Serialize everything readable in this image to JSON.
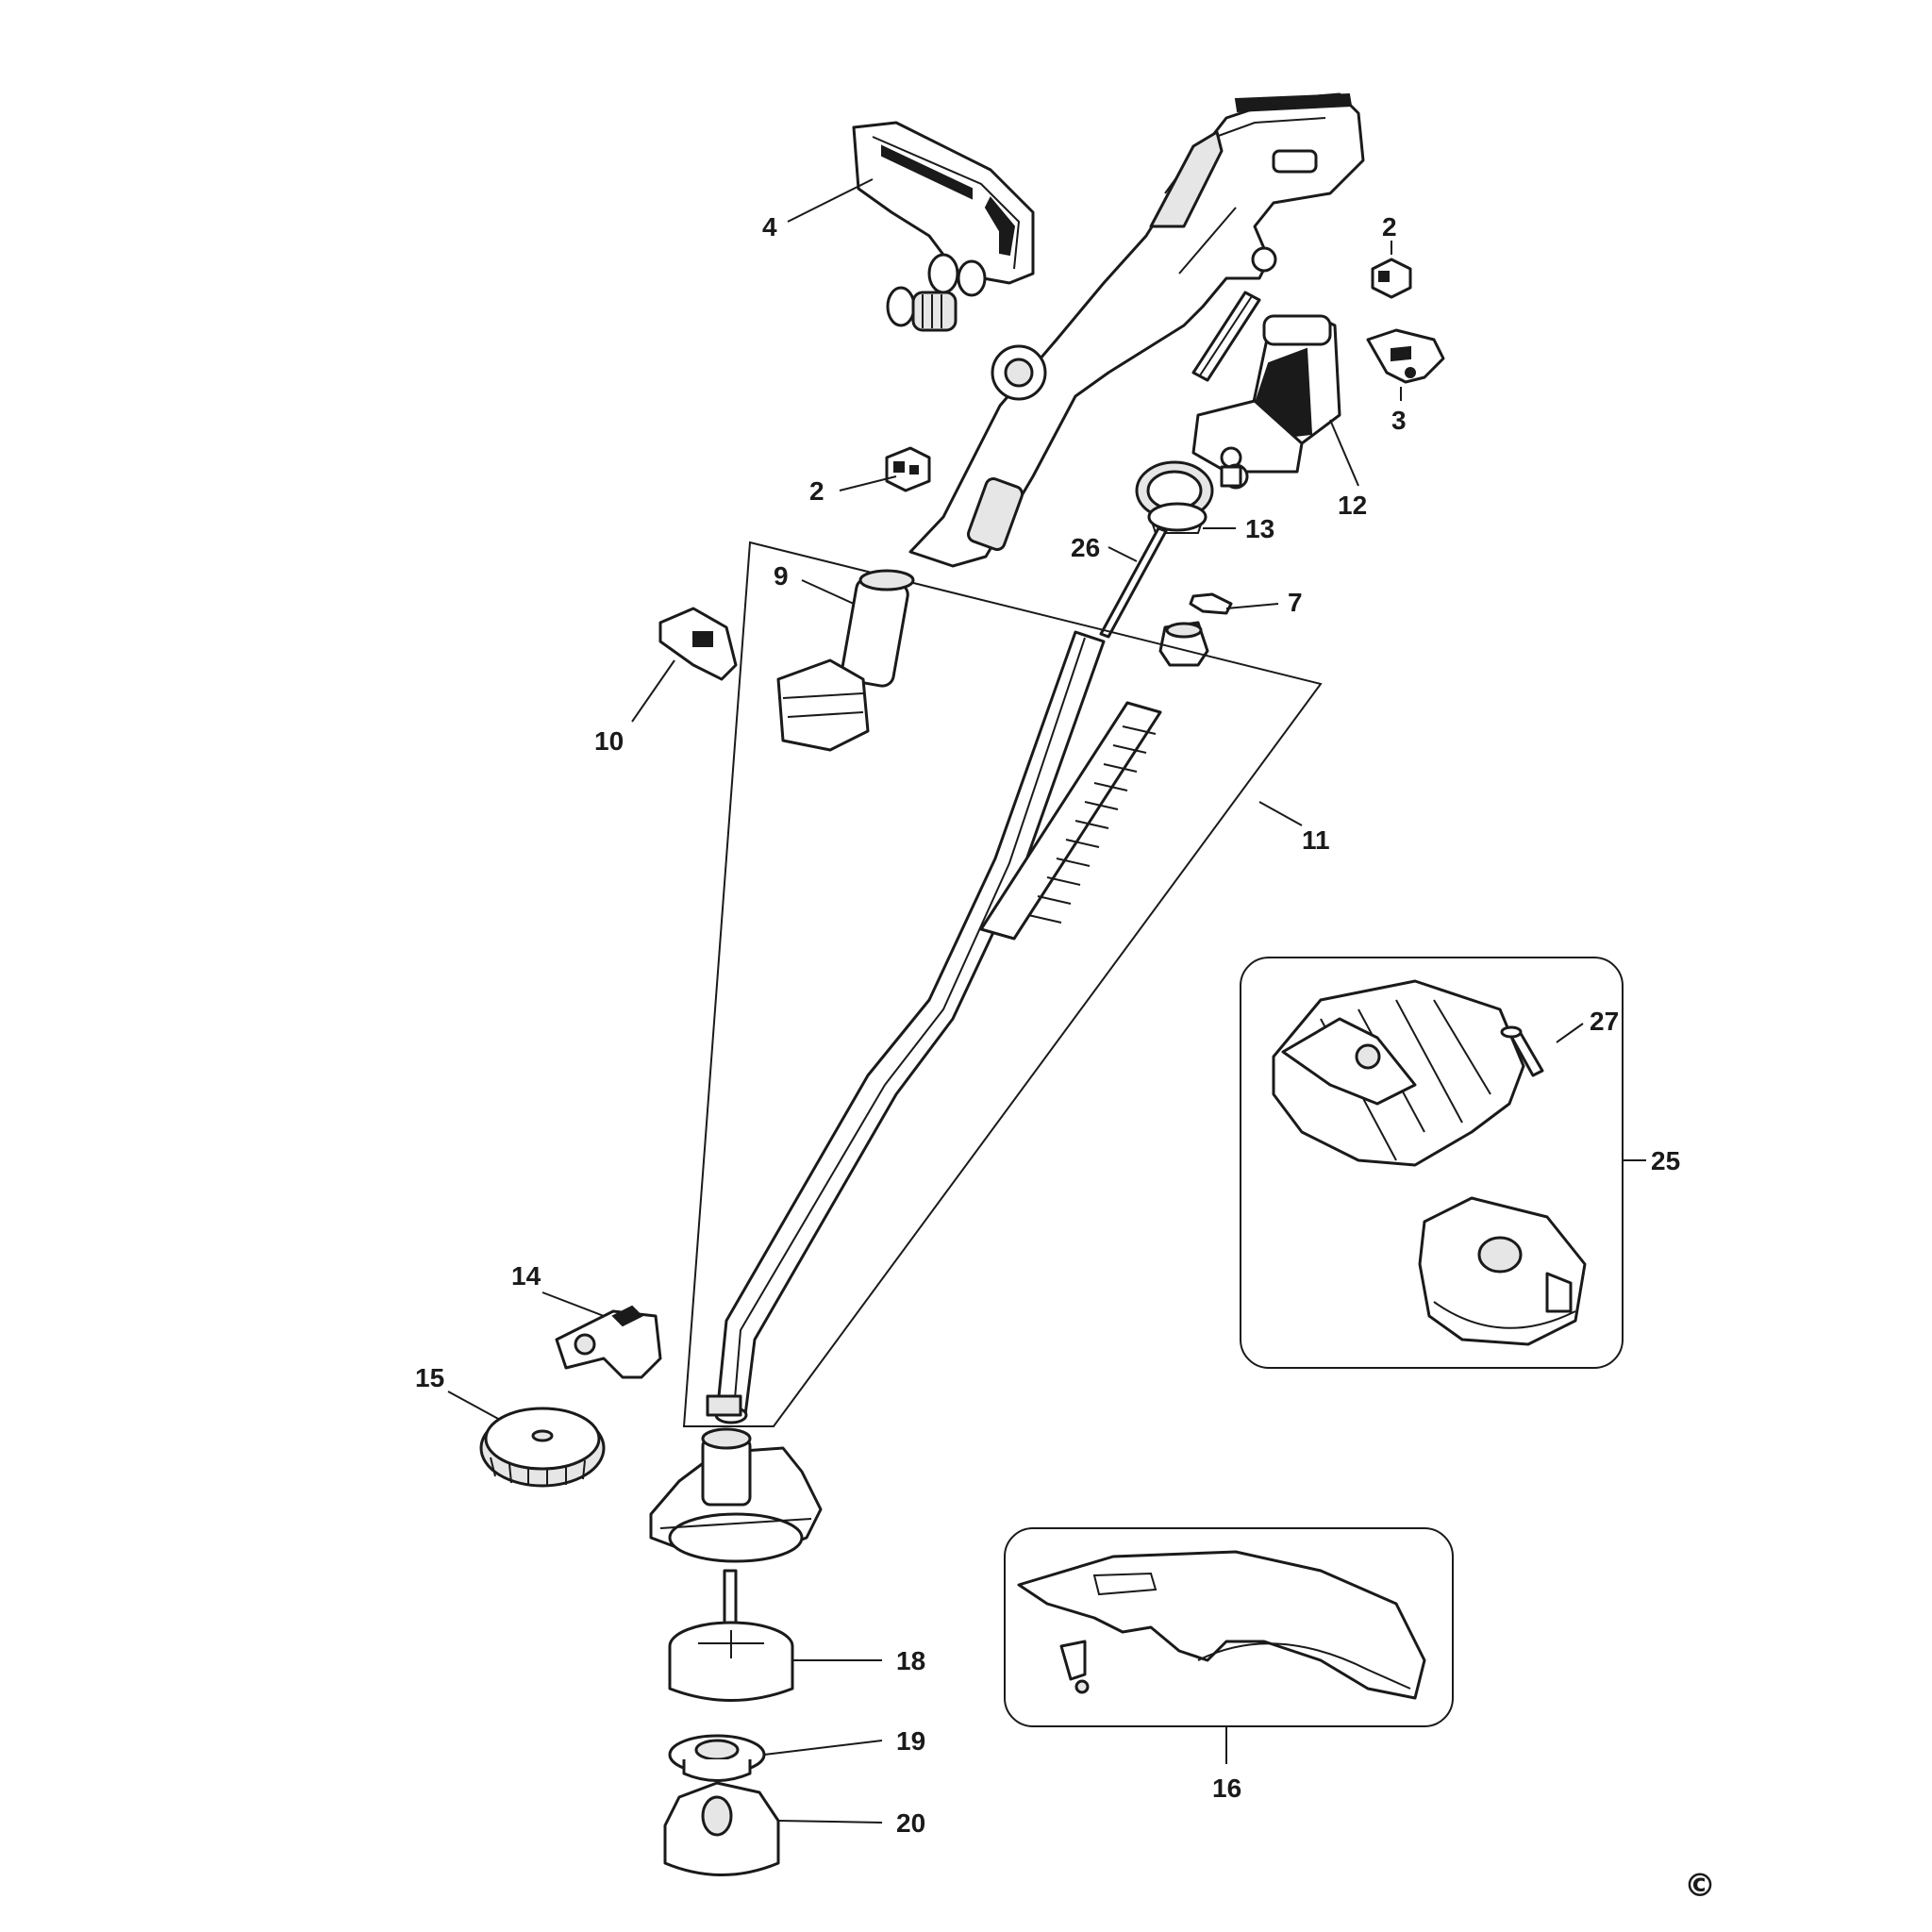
{
  "labels": {
    "l2a": "2",
    "l2b": "2",
    "l3": "3",
    "l4": "4",
    "l7": "7",
    "l9": "9",
    "l10": "10",
    "l11": "11",
    "l12": "12",
    "l13": "13",
    "l14": "14",
    "l15": "15",
    "l16": "16",
    "l18": "18",
    "l19": "19",
    "l20": "20",
    "l25": "25",
    "l26": "26",
    "l27": "27"
  },
  "copyright": "©"
}
